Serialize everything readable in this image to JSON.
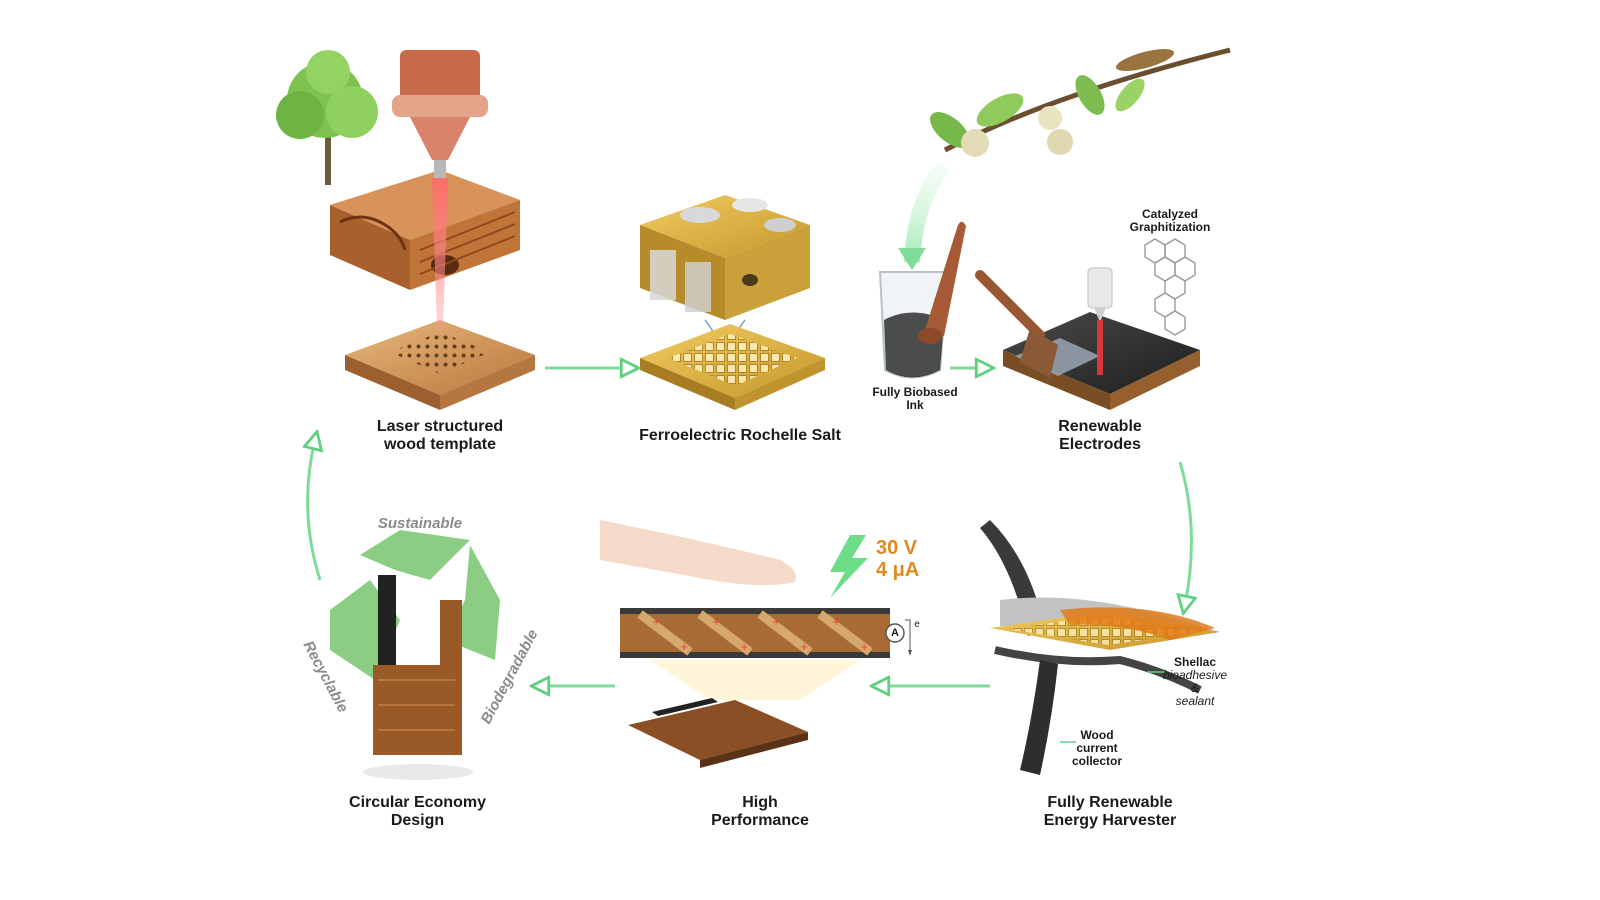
{
  "steps": {
    "laser_template": {
      "line1": "Laser structured",
      "line2": "wood template"
    },
    "rochelle_salt": {
      "label": "Ferroelectric Rochelle Salt"
    },
    "bio_ink": {
      "line1": "Fully Biobased",
      "line2": "Ink"
    },
    "electrodes": {
      "line1": "Renewable",
      "line2": "Electrodes"
    },
    "graphitization": {
      "line1": "Catalyzed",
      "line2": "Graphitization"
    },
    "harvester": {
      "line1": "Fully Renewable",
      "line2": "Energy Harvester"
    },
    "shellac": {
      "title": "Shellac",
      "line1": "bioadhesive",
      "line2": "&",
      "line3": "sealant"
    },
    "wood_collector": {
      "line1": "Wood",
      "line2": "current",
      "line3": "collector"
    },
    "performance": {
      "line1": "High",
      "line2": "Performance"
    },
    "output": {
      "voltage": "30 V",
      "current": "4 μA",
      "ammeter": "A",
      "electron": "e"
    },
    "circular": {
      "line1": "Circular Economy",
      "line2": "Design"
    }
  },
  "recycle_words": {
    "top": "Sustainable",
    "left": "Recyclable",
    "right": "Biodegradable"
  },
  "colors": {
    "arrow": "#7fdc98",
    "wood_light": "#d9a86b",
    "wood_dark": "#8b4a20",
    "gold": "#d4a93a",
    "laser": "#e23a3a",
    "leaf": "#6fb54a",
    "recycle": "#59b84f",
    "text": "#1a1a1a",
    "accent": "#e08a1c"
  }
}
